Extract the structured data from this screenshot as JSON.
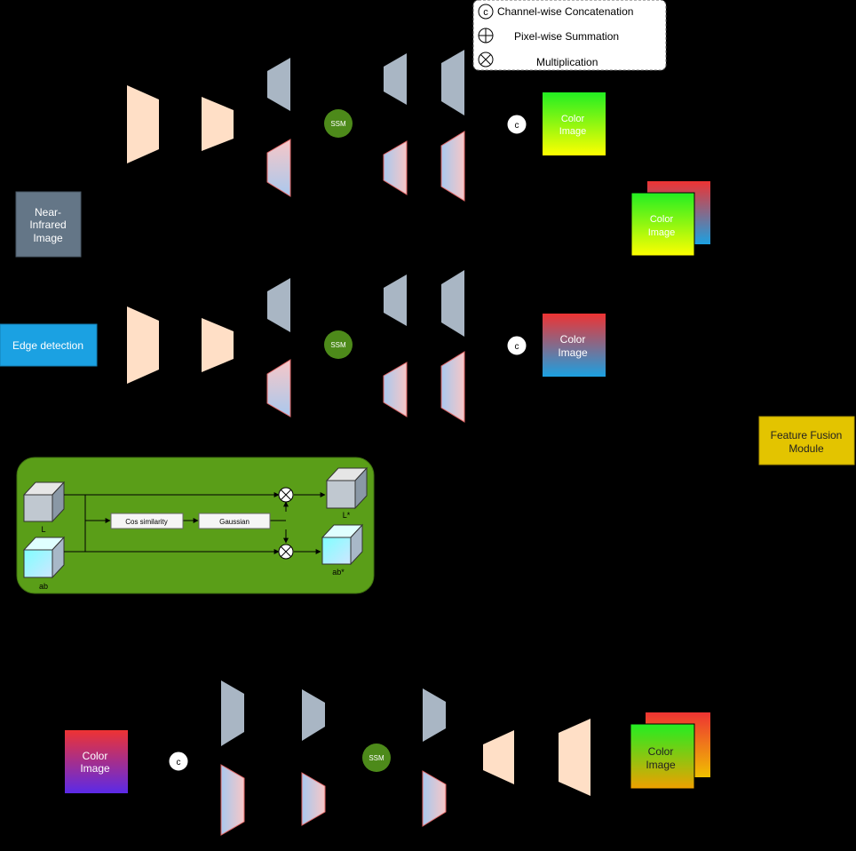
{
  "legend": {
    "concat_symbol": "c",
    "concat_label": "Channel-wise Concatenation",
    "sum_label": "Pixel-wise Summation",
    "mult_label": "Multiplication"
  },
  "inputs": {
    "nir_line1": "Near-",
    "nir_line2": "Infrared",
    "nir_line3": "Image",
    "edge_label": "Edge detection"
  },
  "branch_top": {
    "ssm": "SSM",
    "concat": "c",
    "output_line1": "Color",
    "output_line2": "Image"
  },
  "branch_mid": {
    "ssm": "SSM",
    "concat": "c",
    "output_line1": "Color",
    "output_line2": "Image"
  },
  "stacked_output": {
    "line1": "Color",
    "line2": "Image"
  },
  "ssm_module": {
    "l_label": "L",
    "ab_label": "ab",
    "cos_label": "Cos similarity",
    "gauss_label": "Gaussian",
    "l_out_label": "L*",
    "ab_out_label": "ab*"
  },
  "fusion": {
    "line1": "Feature Fusion",
    "line2": "Module"
  },
  "bottom": {
    "input_line1": "Color",
    "input_line2": "Image",
    "concat": "c",
    "ssm": "SSM",
    "output_line1": "Color",
    "output_line2": "Image"
  },
  "colors": {
    "background": "#000000",
    "encoder": "#ffdfc6",
    "gray_block": "#a9b6c4",
    "ssm_green": "#4d8a1a",
    "module_green": "#5a9e18",
    "fusion_yellow": "#e3c400",
    "edge_blue": "#1ba1e2",
    "nir_gray": "#647687"
  }
}
